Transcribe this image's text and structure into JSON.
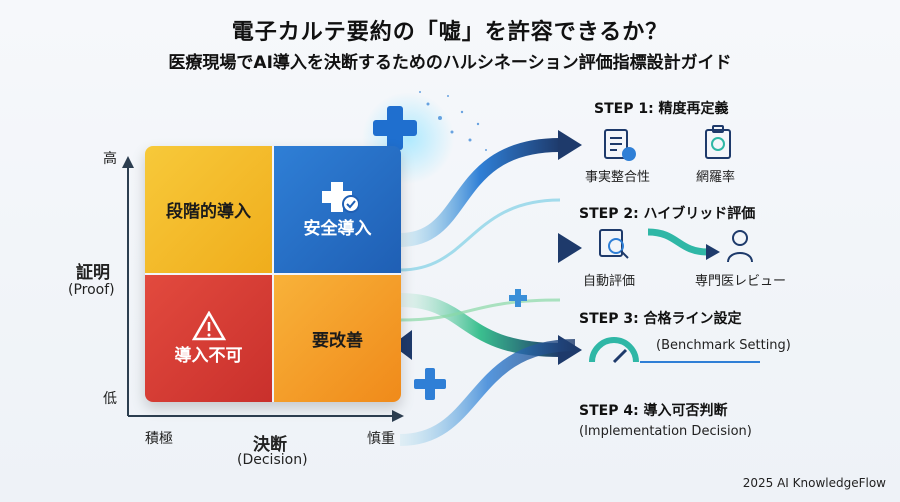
{
  "title": "電子カルテ要約の「嘘」を許容できるか？",
  "subtitle": "医療現場でAI導入を決断するためのハルシネーション評価指標設計ガイド",
  "axes": {
    "y_high": "高",
    "y_low": "低",
    "y_title": "証明",
    "y_title_en": "(Proof)",
    "x_left": "積極",
    "x_right": "慎重",
    "x_title": "決断",
    "x_title_en": "(Decision)"
  },
  "quadrants": {
    "top_left": "段階的導入",
    "top_right": "安全導入",
    "bottom_left": "導入不可",
    "bottom_right": "要改善"
  },
  "steps": [
    {
      "title": "STEP 1: 精度再定義",
      "items": [
        "事実整合性",
        "網羅率"
      ]
    },
    {
      "title": "STEP 2: ハイブリッド評価",
      "items": [
        "自動評価",
        "専門医レビュー"
      ]
    },
    {
      "title": "STEP 3: 合格ライン設定",
      "items": [
        "(Benchmark Setting)"
      ]
    },
    {
      "title": "STEP 4: 導入可否判断",
      "items": [
        "(Implementation Decision)"
      ]
    }
  ],
  "footer": "2025 AI KnowledgeFlow",
  "colors": {
    "navy": "#1e3a6b",
    "teal": "#2fb7a6",
    "blue": "#2f7fd6",
    "green": "#4fc27a"
  }
}
